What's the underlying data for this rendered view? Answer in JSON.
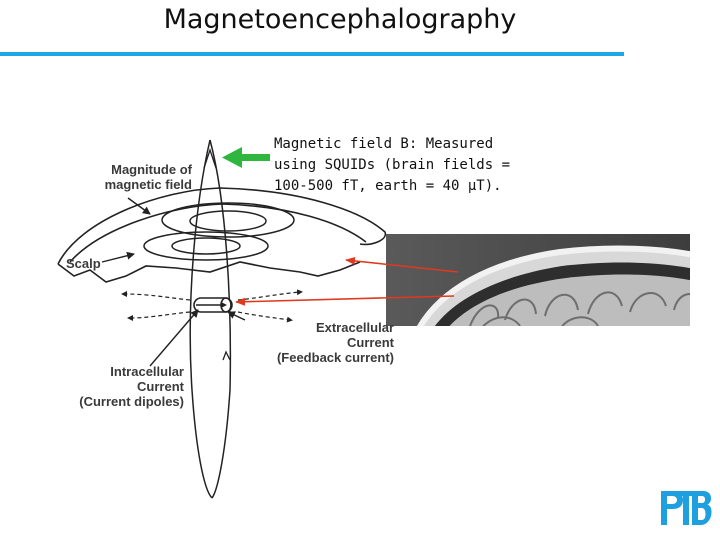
{
  "title": "Magnetoencephalography",
  "caption": "Magnetic field B: Measured\nusing SQUIDs (brain fields =\n100-500 fT, earth = 40 µT).",
  "labels": {
    "magnitude": "Magnitude of\nmagnetic field",
    "scalp": "Scalp",
    "extracellular": "Extracellular\nCurrent\n(Feedback current)",
    "intracellular": "Intracellular\nCurrent\n(Current dipoles)"
  },
  "colors": {
    "title_rule": "#1ea7e8",
    "pointer_arrow": "#2fb63f",
    "red_arrows": "#e0391e",
    "logo": "#1e9fe0",
    "diagram_ink": "#222222",
    "mri_background": "#4a4a4a"
  },
  "logo": {
    "icon": "ptb-logo-icon"
  },
  "mri": {
    "icon": "mri-brain-scan-image"
  }
}
